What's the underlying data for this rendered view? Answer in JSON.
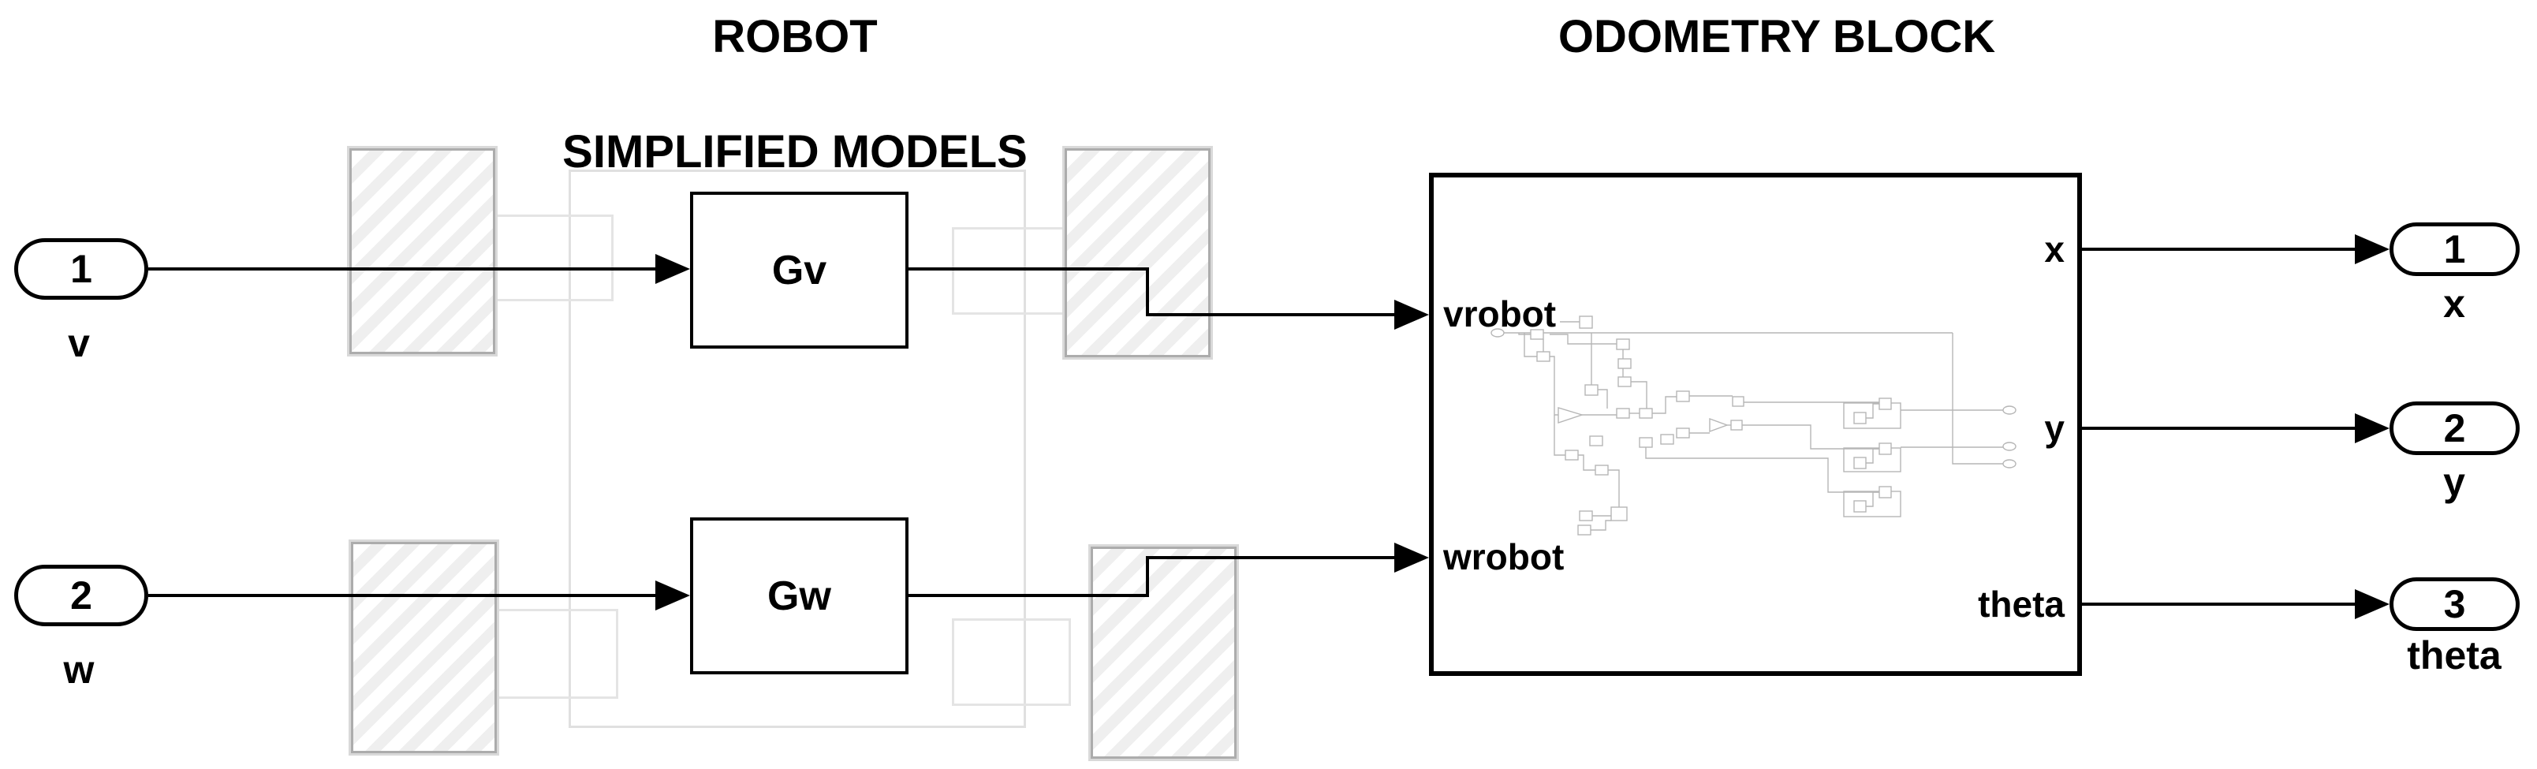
{
  "app": {
    "description": "Simulink-style block diagram canvas"
  },
  "annotations": {
    "left_title_line1": "ROBOT",
    "left_title_line2": "SIMPLIFIED MODELS",
    "right_title": "ODOMETRY BLOCK"
  },
  "inports": [
    {
      "number": "1",
      "name": "v"
    },
    {
      "number": "2",
      "name": "w"
    }
  ],
  "transfer_blocks": [
    {
      "label": "Gv"
    },
    {
      "label": "Gw"
    }
  ],
  "odometry_block": {
    "input_ports": [
      "vrobot",
      "wrobot"
    ],
    "output_ports": [
      "x",
      "y",
      "theta"
    ]
  },
  "outports": [
    {
      "number": "1",
      "name": "x"
    },
    {
      "number": "2",
      "name": "y"
    },
    {
      "number": "3",
      "name": "theta"
    }
  ],
  "colors": {
    "background": "#ffffff",
    "line": "#000000",
    "block_border": "#000000",
    "hatched_border": "#acacac",
    "hatched_stripe": "#efefef",
    "ghost_outline": "#e4e4e4",
    "preview_stroke": "#b6b6b6"
  }
}
